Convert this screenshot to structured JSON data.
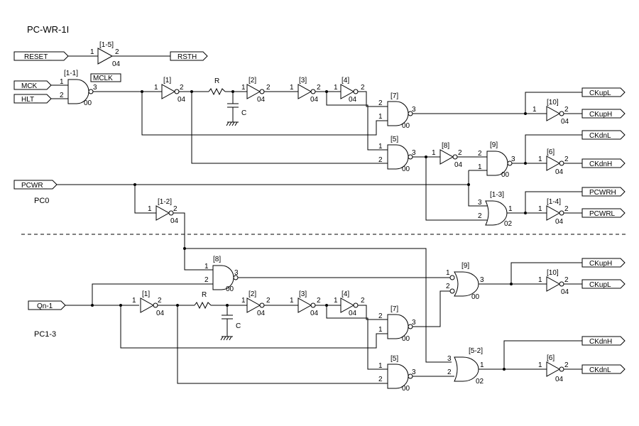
{
  "title": "PC-WR-1I",
  "sections": {
    "top": "PC0",
    "bottom": "PC1-3"
  },
  "inputs": {
    "reset": "RESET_",
    "mck": "MCK_",
    "hlt": "HLT_",
    "pcwr": "PCWR_",
    "qn1": "Qn-1"
  },
  "signals": {
    "mclk": "MCLK"
  },
  "passives": {
    "r": "R",
    "c": "C"
  },
  "top_outputs": {
    "rsth": "RSTH",
    "ckupl": "CKupL",
    "ckuph": "CKupH",
    "ckdnl": "CKdnL",
    "ckdnh": "CKdnH",
    "pcwrh": "PCWRH",
    "pcwrl": "PCWRL"
  },
  "bottom_outputs": {
    "ckuph": "CKupH",
    "ckupl": "CKupL",
    "ckdnh": "CKdnH",
    "ckdnl": "CKdnL"
  },
  "gates_top": {
    "g15": {
      "ref": "[1-5]",
      "part": "04",
      "pins": [
        "1",
        "2"
      ]
    },
    "g11": {
      "ref": "[1-1]",
      "part": "00",
      "pins": [
        "1",
        "2",
        "3"
      ]
    },
    "g1": {
      "ref": "[1]",
      "part": "04",
      "pins": [
        "1",
        "2"
      ]
    },
    "g2": {
      "ref": "[2]",
      "part": "04",
      "pins": [
        "1",
        "2"
      ]
    },
    "g3": {
      "ref": "[3]",
      "part": "04",
      "pins": [
        "1",
        "2"
      ]
    },
    "g4": {
      "ref": "[4]",
      "part": "04",
      "pins": [
        "1",
        "2"
      ]
    },
    "g7": {
      "ref": "[7]",
      "part": "00",
      "pins": [
        "2",
        "1",
        "3"
      ]
    },
    "g5": {
      "ref": "[5]",
      "part": "00",
      "pins": [
        "1",
        "2",
        "3"
      ]
    },
    "g8": {
      "ref": "[8]",
      "part": "04",
      "pins": [
        "1",
        "2"
      ]
    },
    "g9": {
      "ref": "[9]",
      "part": "00",
      "pins": [
        "2",
        "1",
        "3"
      ]
    },
    "g10": {
      "ref": "[10]",
      "part": "04",
      "pins": [
        "1",
        "2"
      ]
    },
    "g6": {
      "ref": "[6]",
      "part": "04",
      "pins": [
        "1",
        "2"
      ]
    },
    "g13": {
      "ref": "[1-3]",
      "part": "02",
      "pins": [
        "3",
        "2",
        "1"
      ]
    },
    "g14": {
      "ref": "[1-4]",
      "part": "04",
      "pins": [
        "1",
        "2"
      ]
    },
    "g12": {
      "ref": "[1-2]",
      "part": "04",
      "pins": [
        "1",
        "2"
      ]
    }
  },
  "gates_bottom": {
    "g8": {
      "ref": "[8]",
      "part": "00",
      "pins": [
        "1",
        "2",
        "3"
      ]
    },
    "g1": {
      "ref": "[1]",
      "part": "04",
      "pins": [
        "1",
        "2"
      ]
    },
    "g2": {
      "ref": "[2]",
      "part": "04",
      "pins": [
        "1",
        "2"
      ]
    },
    "g3": {
      "ref": "[3]",
      "part": "04",
      "pins": [
        "1",
        "2"
      ]
    },
    "g4": {
      "ref": "[4]",
      "part": "04",
      "pins": [
        "1",
        "2"
      ]
    },
    "g7": {
      "ref": "[7]",
      "part": "00",
      "pins": [
        "2",
        "1",
        "3"
      ]
    },
    "g5": {
      "ref": "[5]",
      "part": "00",
      "pins": [
        "1",
        "2",
        "3"
      ]
    },
    "g9": {
      "ref": "[9]",
      "part": "00",
      "pins": [
        "1",
        "2",
        "3"
      ]
    },
    "g10": {
      "ref": "[10]",
      "part": "04",
      "pins": [
        "1",
        "2"
      ]
    },
    "g52": {
      "ref": "[5-2]",
      "part": "02",
      "pins": [
        "3",
        "2",
        "1"
      ]
    },
    "g6": {
      "ref": "[6]",
      "part": "04",
      "pins": [
        "1",
        "2"
      ]
    }
  }
}
